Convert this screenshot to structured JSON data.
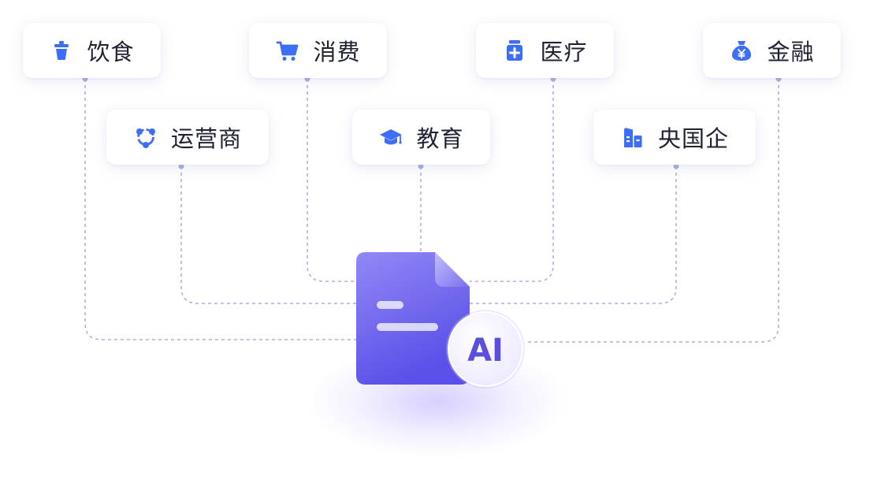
{
  "categories": [
    {
      "id": "food",
      "label": "饮食",
      "icon": "cup-icon"
    },
    {
      "id": "telecom",
      "label": "运营商",
      "icon": "network-icon"
    },
    {
      "id": "consumer",
      "label": "消费",
      "icon": "cart-icon"
    },
    {
      "id": "education",
      "label": "教育",
      "icon": "graduation-cap-icon"
    },
    {
      "id": "medical",
      "label": "医疗",
      "icon": "medicine-bottle-icon"
    },
    {
      "id": "soe",
      "label": "央国企",
      "icon": "building-icon"
    },
    {
      "id": "finance",
      "label": "金融",
      "icon": "money-bag-icon"
    }
  ],
  "hub": {
    "badge": "AI",
    "icon": "document-icon"
  },
  "colors": {
    "accent": "#3d6ef5",
    "connector": "#a7addb",
    "document": "#6f63f2",
    "badge_text": "#5b4fe0"
  }
}
